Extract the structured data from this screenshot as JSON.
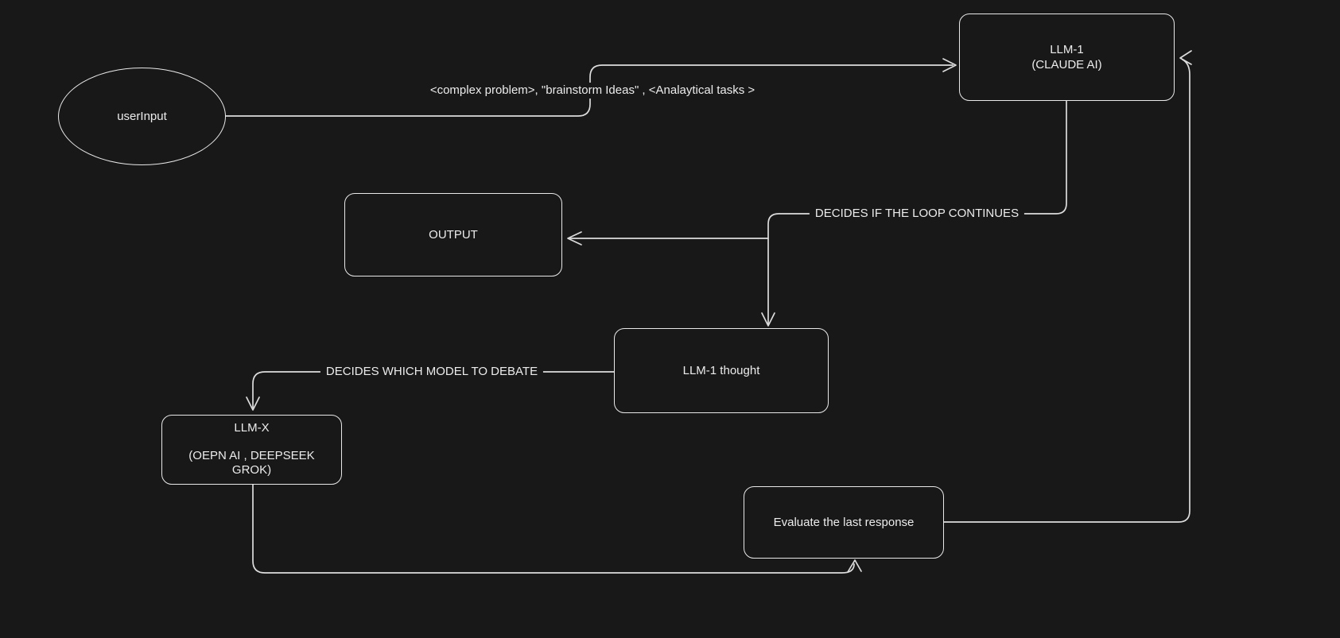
{
  "canvas": {
    "background": "#181818",
    "stroke_color": "#dcdcdc",
    "text_color": "#ececec"
  },
  "nodes": {
    "user_input": {
      "label": "userInput"
    },
    "llm1": {
      "line1": "LLM-1",
      "line2": "(CLAUDE AI)"
    },
    "output": {
      "label": "OUTPUT"
    },
    "llm1_thought": {
      "label": "LLM-1 thought"
    },
    "llmx": {
      "line1": "LLM-X",
      "line2": "(OEPN AI , DEEPSEEK",
      "line3": "GROK)"
    },
    "evaluate": {
      "label": "Evaluate the last response"
    }
  },
  "edge_labels": {
    "tasks": "<complex problem>, \"brainstorm Ideas\" , <Analaytical tasks >",
    "loop_decision": "DECIDES IF THE LOOP CONTINUES",
    "model_decision": "DECIDES WHICH MODEL TO DEBATE"
  }
}
